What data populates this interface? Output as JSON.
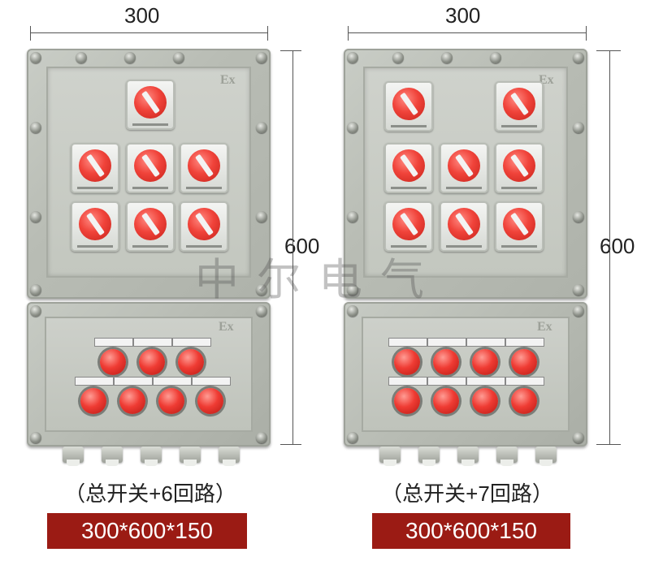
{
  "dimensions": {
    "left_width": "300",
    "left_height": "600",
    "right_width": "300",
    "right_height": "600"
  },
  "products": [
    {
      "caption": "（总开关+6回路）",
      "size": "300*600*150",
      "switch_count": 7,
      "indicator_count": 7
    },
    {
      "caption": "（总开关+7回路）",
      "size": "300*600*150",
      "switch_count": 8,
      "indicator_count": 8
    }
  ],
  "watermark": "中尔电气",
  "colors": {
    "size_box": "#9b1b14",
    "switch_red": "#f0433a",
    "cabinet_gray": "#bfc3bb"
  }
}
